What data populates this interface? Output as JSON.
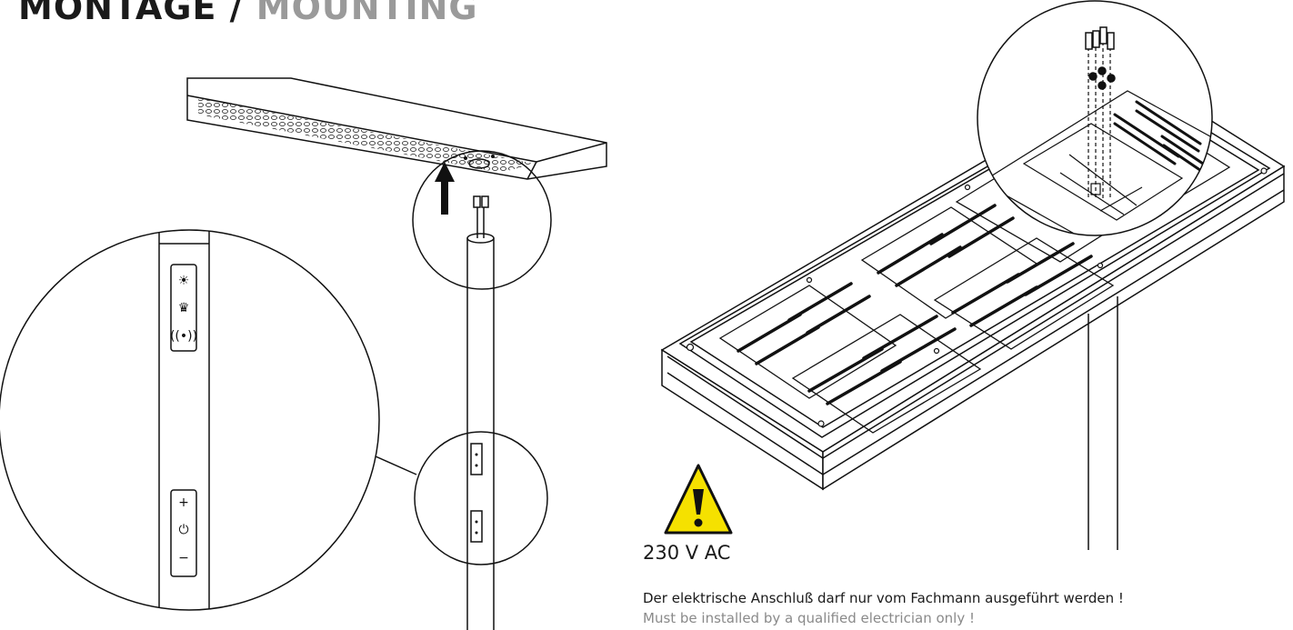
{
  "header": {
    "title_de": "MONTAGE /",
    "title_en": "MOUNTING"
  },
  "controls": {
    "upper_buttons": [
      {
        "icon": "sun-icon",
        "glyph": "☀"
      },
      {
        "icon": "crown-icon",
        "glyph": "♛"
      },
      {
        "icon": "wireless-icon",
        "glyph": "((•))"
      }
    ],
    "lower_buttons": [
      {
        "icon": "plus-icon",
        "glyph": "+"
      },
      {
        "icon": "power-icon",
        "glyph": "⏻"
      },
      {
        "icon": "minus-icon",
        "glyph": "−"
      }
    ]
  },
  "warning": {
    "icon": "warning-triangle-icon",
    "color": "#f5e100",
    "voltage": "230 V AC",
    "notice_de": "Der elektrische Anschluß darf nur vom Fachmann ausgeführt werden !",
    "notice_en": "Must be installed by a qualified electrician only !"
  }
}
